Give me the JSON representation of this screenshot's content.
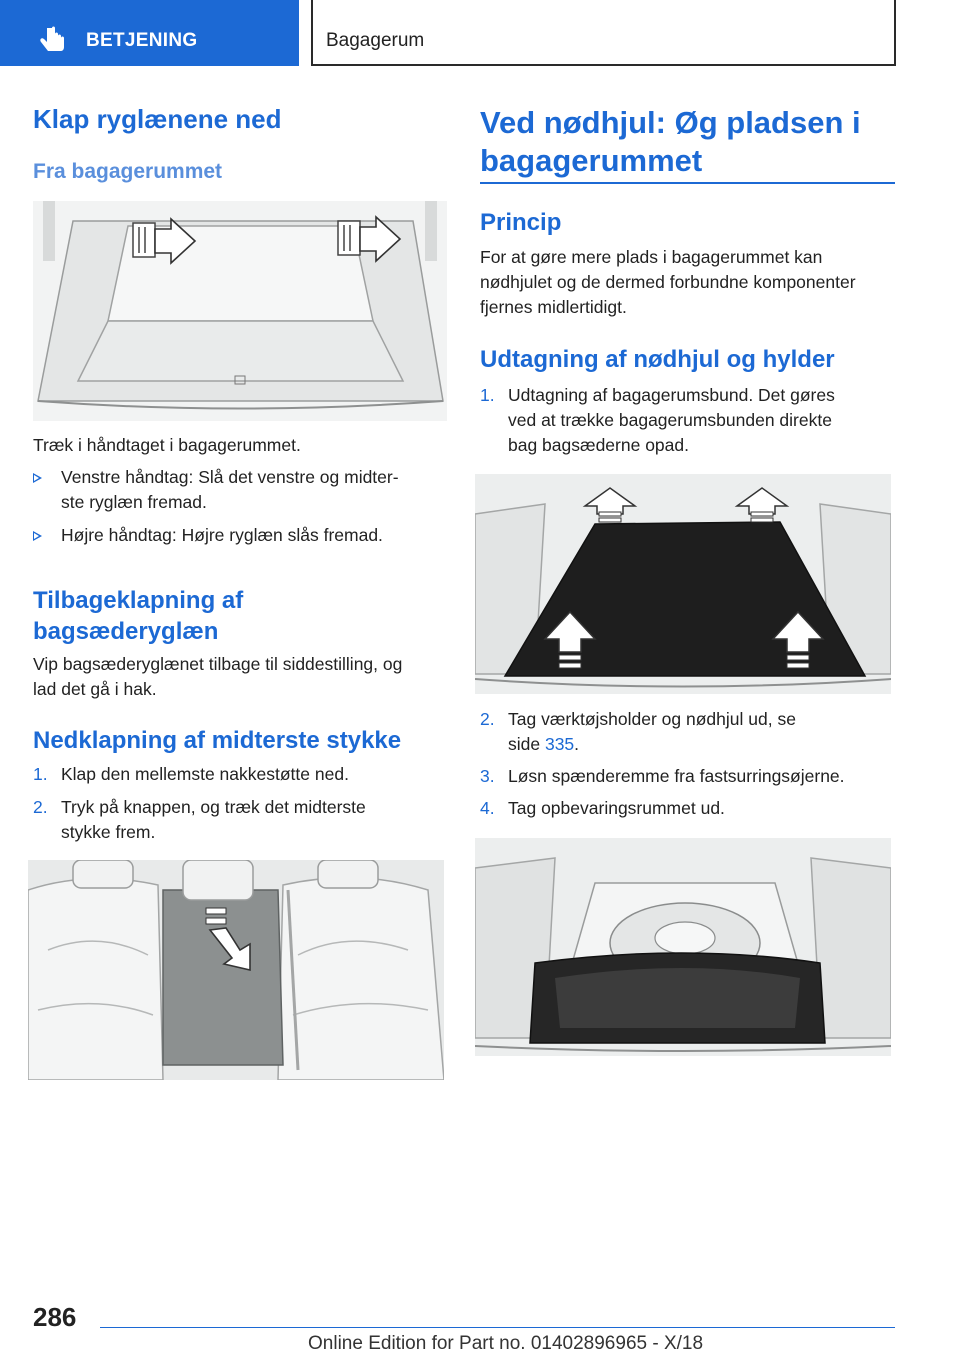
{
  "header": {
    "section_label": "BETJENING",
    "page_title": "Bagagerum"
  },
  "left": {
    "h1": "Klap ryglænene ned",
    "h2": "Fra bagagerummet",
    "intro": "Træk i håndtaget i bagagerummet.",
    "bullets": [
      {
        "line1": "Venstre håndtag: Slå det venstre og midter-",
        "line2": "ste ryglæn fremad."
      },
      {
        "line1": "Højre håndtag: Højre ryglæn slås fremad."
      }
    ],
    "h3a_line1": "Tilbageklapning af",
    "h3a_line2": "bagsæderyglæn",
    "p2_line1": "Vip bagsæderyglænet tilbage til siddestilling, og",
    "p2_line2": "lad det gå i hak.",
    "h3b": "Nedklapning af midterste stykke",
    "steps": [
      {
        "num": "1.",
        "line1": "Klap den mellemste nakkestøtte ned."
      },
      {
        "num": "2.",
        "line1": "Tryk på knappen, og træk det midterste",
        "line2": "stykke frem."
      }
    ]
  },
  "right": {
    "h1_line1": "Ved nødhjul: Øg pladsen i",
    "h1_line2": "bagagerummet",
    "h2a": "Princip",
    "p1_line1": "For at gøre mere plads i bagagerummet kan",
    "p1_line2": "nødhjulet og de dermed forbundne komponenter",
    "p1_line3": "fjernes midlertidigt.",
    "h2b": "Udtagning af nødhjul og hylder",
    "step1": {
      "num": "1.",
      "line1": "Udtagning af bagagerumsbund. Det gøres",
      "line2": "ved at trække bagagerumsbunden direkte",
      "line3": "bag bagsæderne opad."
    },
    "step2": {
      "num": "2.",
      "line1": "Tag værktøjsholder og nødhjul ud, se",
      "line2_prefix": "side ",
      "line2_link": "335",
      "line2_suffix": "."
    },
    "step3": {
      "num": "3.",
      "line1": "Løsn spænderemme fra fastsurringsøjerne."
    },
    "step4": {
      "num": "4.",
      "line1": "Tag opbevaringsrummet ud."
    }
  },
  "footer": {
    "page_number": "286",
    "edition": "Online Edition for Part no. 01402896965 - X/18"
  },
  "colors": {
    "accent": "#1c69d4",
    "heading_light": "#5a8fdc",
    "text": "#222222"
  }
}
